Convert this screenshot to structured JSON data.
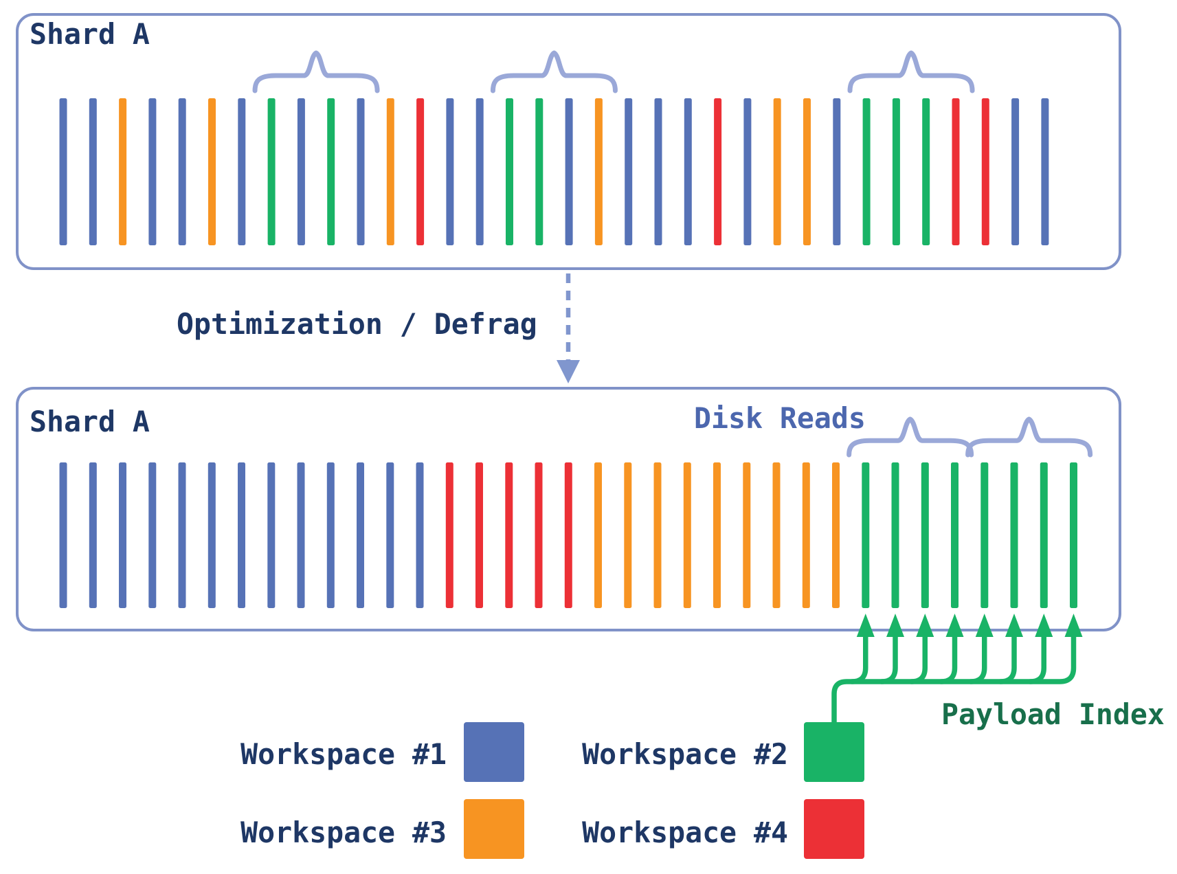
{
  "top_shard": {
    "title": "Shard A",
    "segments": [
      1,
      1,
      3,
      1,
      1,
      3,
      1,
      2,
      1,
      2,
      1,
      3,
      4,
      1,
      1,
      2,
      2,
      1,
      3,
      1,
      1,
      1,
      4,
      1,
      3,
      3,
      1,
      2,
      2,
      2,
      4,
      4,
      1,
      1
    ],
    "brace_groups": [
      [
        7,
        10
      ],
      [
        15,
        18
      ],
      [
        27,
        30
      ]
    ]
  },
  "transition": {
    "label": "Optimization / Defrag"
  },
  "bottom_shard": {
    "title": "Shard A",
    "disk_reads_label": "Disk Reads",
    "segments": [
      1,
      1,
      1,
      1,
      1,
      1,
      1,
      1,
      1,
      1,
      1,
      1,
      1,
      4,
      4,
      4,
      4,
      4,
      3,
      3,
      3,
      3,
      3,
      3,
      3,
      3,
      3,
      2,
      2,
      2,
      2,
      2,
      2,
      2,
      2
    ],
    "disk_read_brace_groups": [
      [
        27,
        30
      ],
      [
        31,
        34
      ]
    ],
    "payload_index": {
      "label": "Payload Index",
      "indexed_segment_range": [
        27,
        34
      ]
    }
  },
  "legend": {
    "items": [
      {
        "id": 1,
        "label": "Workspace #1",
        "color": "#5672b6"
      },
      {
        "id": 2,
        "label": "Workspace #2",
        "color": "#19b366"
      },
      {
        "id": 3,
        "label": "Workspace #3",
        "color": "#f79422"
      },
      {
        "id": 4,
        "label": "Workspace #4",
        "color": "#ec3036"
      }
    ]
  },
  "colors": {
    "workspace_1": "#5672b6",
    "workspace_2": "#19b366",
    "workspace_3": "#f79422",
    "workspace_4": "#ec3036",
    "box_border": "#8092c8",
    "brace": "#9aa8d8",
    "dashed_arrow": "#8096ce",
    "title_text": "#1e3765",
    "disk_reads_text": "#4c67ae",
    "payload_index_text": "#186f4b",
    "payload_arrow": "#19b366"
  }
}
